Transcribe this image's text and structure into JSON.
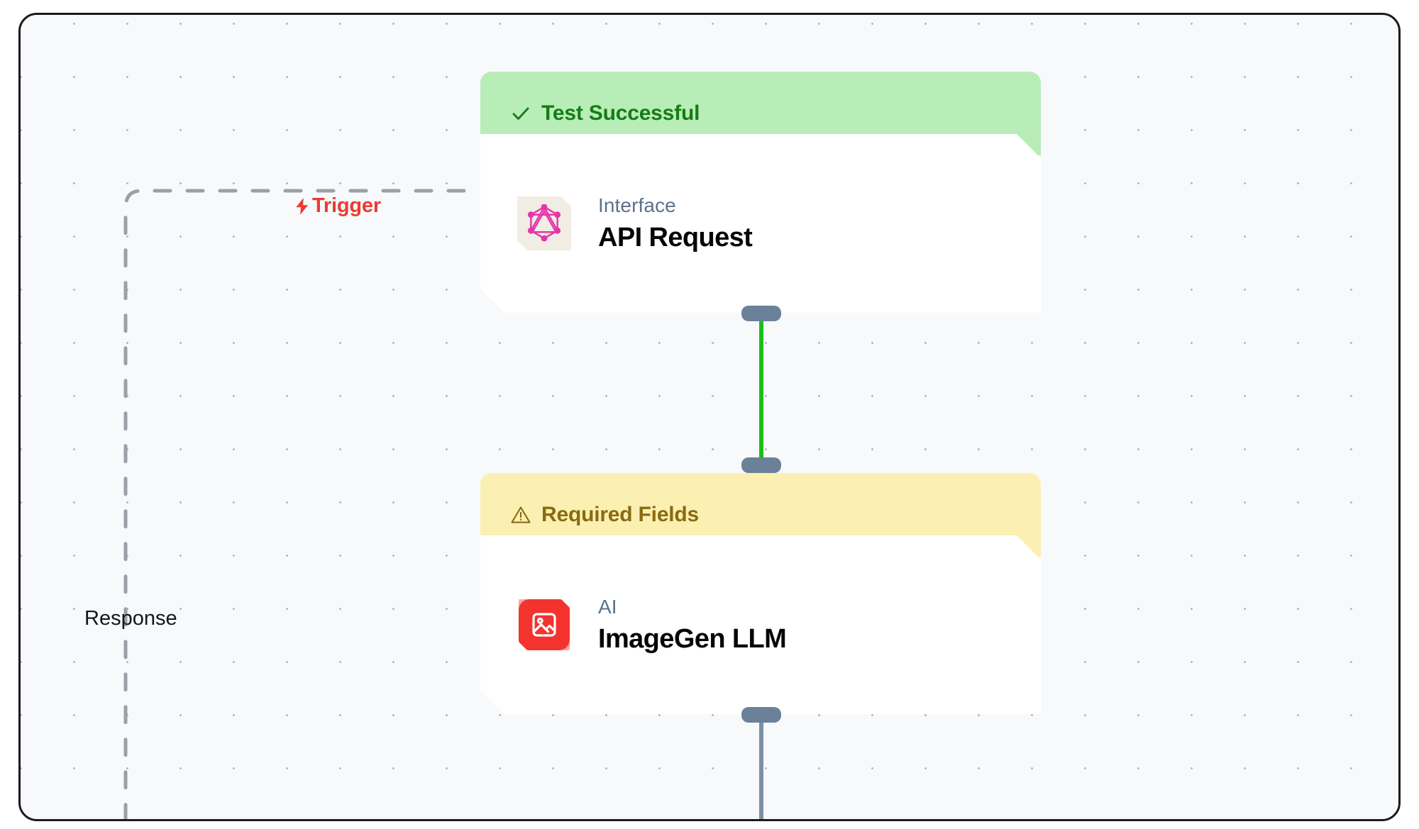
{
  "canvas": {
    "background_color": "#f8f9fb",
    "grid": "dot-grid",
    "border_color": "#1b1b1f"
  },
  "edges": [
    {
      "id": "trigger-edge",
      "label": "Trigger",
      "icon": "lightning-bolt-icon",
      "color": "#ea3b33",
      "style": "dashed",
      "line_color": "#9aa0a6"
    },
    {
      "id": "response-edge",
      "label": "Response",
      "color": "#14161a",
      "style": "dashed",
      "line_color": "#9aa0a6"
    },
    {
      "id": "api-to-imagegen-edge",
      "label": "",
      "color": "#18c018",
      "style": "solid"
    },
    {
      "id": "imagegen-out-edge",
      "label": "",
      "color": "#6b819a",
      "style": "solid"
    }
  ],
  "nodes": [
    {
      "id": "node-api-request",
      "banner": {
        "label": "Test Successful",
        "icon": "check-icon",
        "background_color": "#b8edb8",
        "text_color": "#147d14"
      },
      "kind": "Interface",
      "title": "API Request",
      "icon": "graphql-icon",
      "icon_color": "#e535ab",
      "icon_background": "#f2ede4"
    },
    {
      "id": "node-imagegen",
      "banner": {
        "label": "Required Fields",
        "icon": "warning-triangle-icon",
        "background_color": "#fbf0b2",
        "text_color": "#8a6b10"
      },
      "kind": "AI",
      "title": "ImageGen LLM",
      "icon": "image-icon",
      "icon_color": "#ffffff",
      "icon_background": "#f4332f",
      "border_color": "#6b819a"
    }
  ]
}
